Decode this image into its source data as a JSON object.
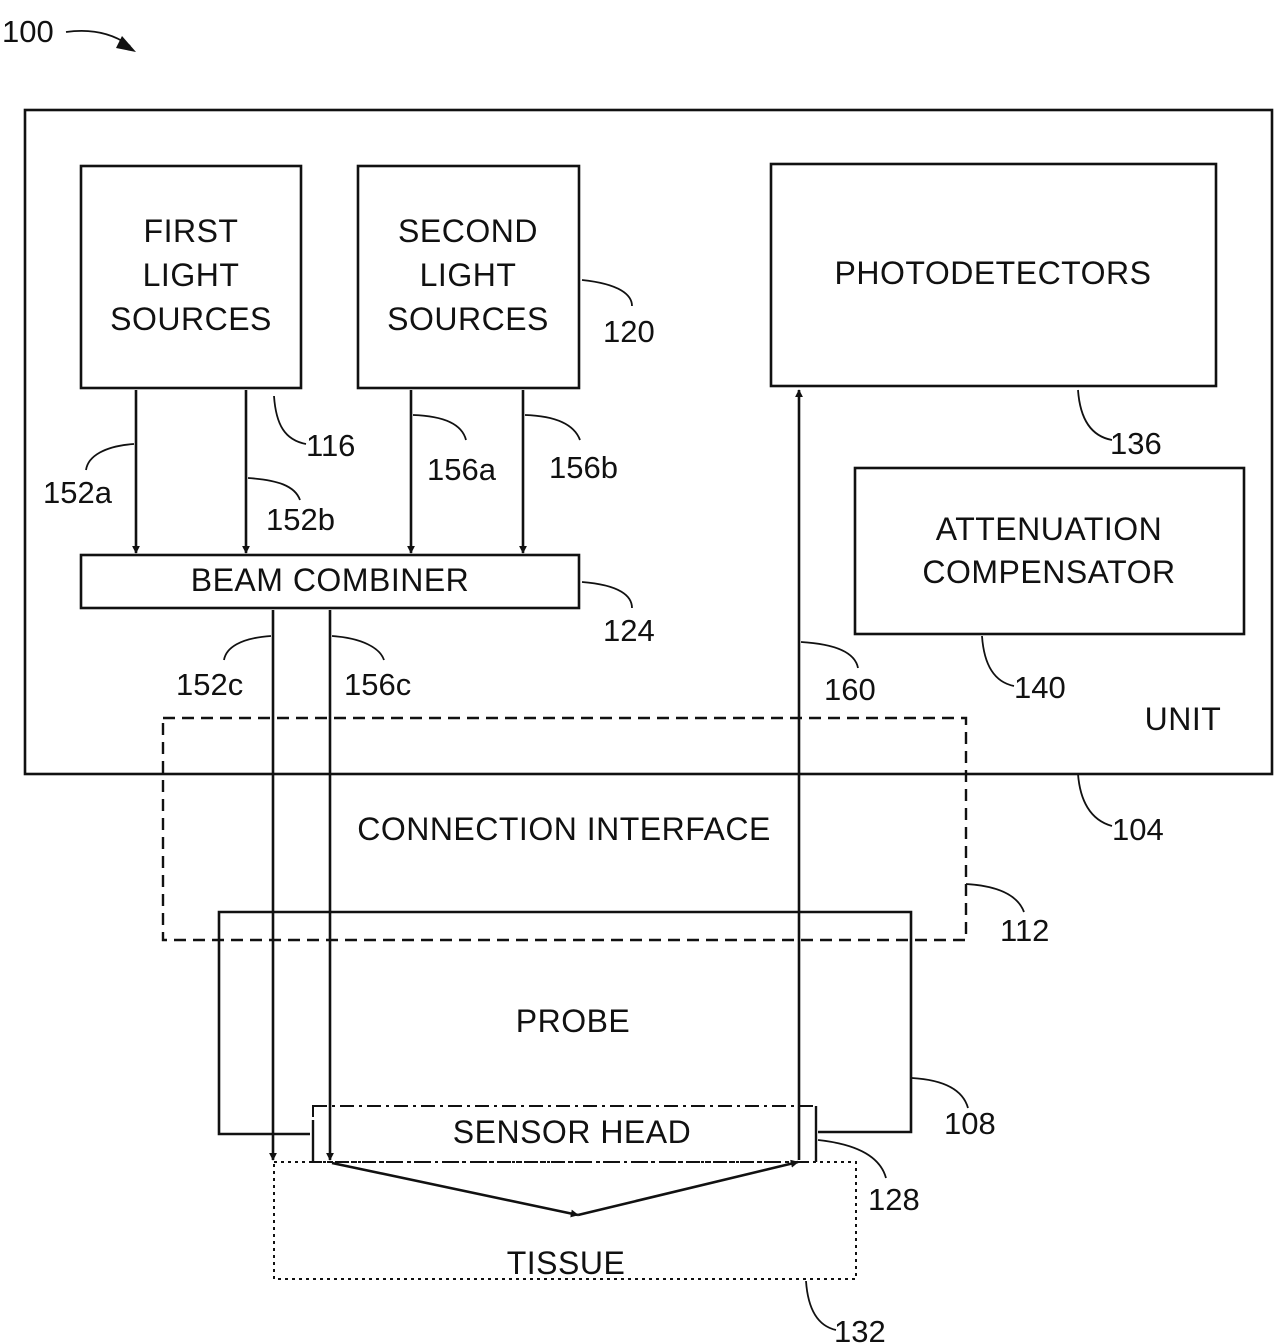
{
  "figure": {
    "number": "100",
    "blocks": {
      "unit": {
        "label": "UNIT",
        "ref": "104"
      },
      "first_light_sources": {
        "lines": [
          "FIRST",
          "LIGHT",
          "SOURCES"
        ],
        "ref": "116"
      },
      "second_light_sources": {
        "lines": [
          "SECOND",
          "LIGHT",
          "SOURCES"
        ],
        "ref": "120"
      },
      "photodetectors": {
        "label": "PHOTODETECTORS",
        "ref": "136"
      },
      "attenuation_compensator": {
        "lines": [
          "ATTENUATION",
          "COMPENSATOR"
        ],
        "ref": "140"
      },
      "beam_combiner": {
        "label": "BEAM COMBINER",
        "ref": "124"
      },
      "connection_interface": {
        "label": "CONNECTION INTERFACE",
        "ref": "112"
      },
      "probe": {
        "label": "PROBE",
        "ref": "108"
      },
      "sensor_head": {
        "label": "SENSOR HEAD",
        "ref": "128"
      },
      "tissue": {
        "label": "TISSUE",
        "ref": "132"
      }
    },
    "beams": {
      "b152a": "152a",
      "b152b": "152b",
      "b156a": "156a",
      "b156b": "156b",
      "b152c": "152c",
      "b156c": "156c",
      "b160": "160"
    }
  }
}
